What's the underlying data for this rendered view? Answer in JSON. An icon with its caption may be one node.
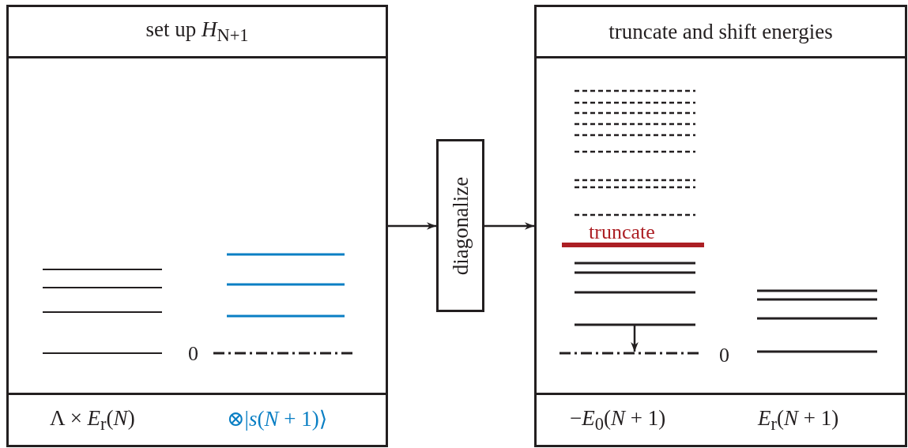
{
  "diagram": {
    "nodes": [
      {
        "text": [
          "set up *H*$_{N+1}$",
          "Λ × *E*$_{r}$(*N*)",
          "⊗|*s*(*N* + 1)⟩"
        ]
      },
      {
        "text": [
          "diagonalize"
        ]
      },
      {
        "text": [
          "truncate and shift energies",
          "−*E*$_{0}$(*N* + 1)",
          "*E*$_{r}$(*N* + 1)"
        ]
      }
    ],
    "edges": [
      {
        "from": 0,
        "to": 1,
        "arrow": "to"
      },
      {
        "from": 1,
        "to": 2,
        "arrow": "to"
      }
    ],
    "labels": [
      "0",
      "truncate",
      "0"
    ]
  }
}
